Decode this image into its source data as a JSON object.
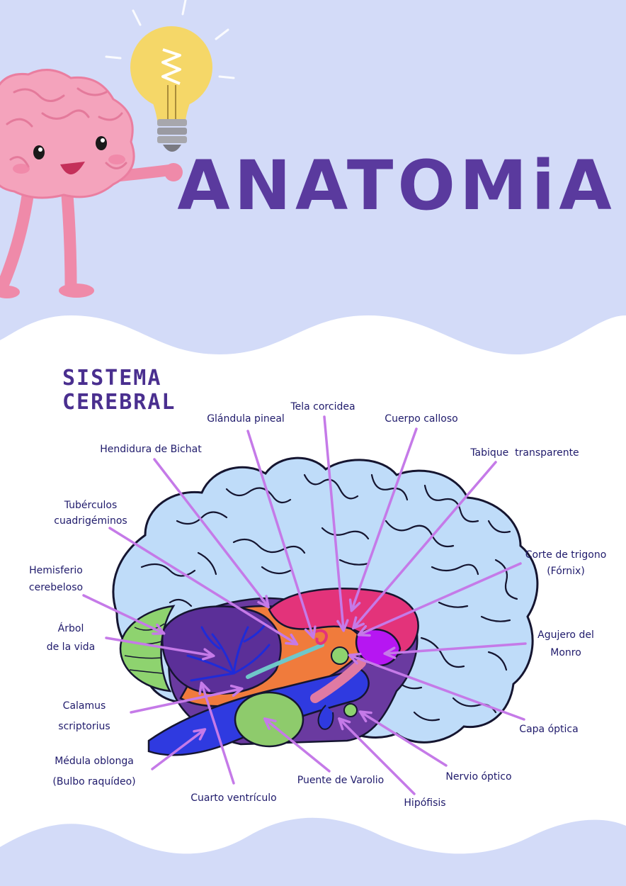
{
  "title": "ANATOMiA",
  "subtitle_line1": "SISTEMA",
  "subtitle_line2": "CEREBRAL",
  "colors": {
    "background_top": "#d3dbf8",
    "title": "#5a3a9e",
    "label_text": "#1f1a6b",
    "arrow": "#c57ae8",
    "brain_cortex": "#bfdcf9",
    "cerebellum": "#8ed36f",
    "brainstem": "#2f3ae0",
    "thalamus_region": "#6a3aa0",
    "corpus_callosum": "#e3337a",
    "pons": "#8ecb6c"
  },
  "icons": [
    "brain-mascot-icon",
    "light-bulb-icon"
  ],
  "labels": {
    "glandula_pineal": "Glándula pineal",
    "tela_corcidea": "Tela corcidea",
    "cuerpo_calloso": "Cuerpo calloso",
    "hendidura_bichat": "Hendidura de Bichat",
    "tabique_transparente": "Tabique  transparente",
    "tuberculos_l1": "Tubérculos",
    "tuberculos_l2": "cuadrigéminos",
    "corte_trigono_l1": "Corte de trigono",
    "corte_trigono_l2": "(Fórnix)",
    "hemisferio_l1": "Hemisferio",
    "hemisferio_l2": "cerebeloso",
    "arbol_l1": "Árbol",
    "arbol_l2": "de la vida",
    "agujero_l1": "Agujero del",
    "agujero_l2": "Monro",
    "calamus_l1": "Calamus",
    "calamus_l2": "scriptorius",
    "capa_optica": "Capa óptica",
    "medula_l1": "Médula oblonga",
    "medula_l2": "(Bulbo raquídeo)",
    "nervio_optico": "Nervio óptico",
    "puente_varolio": "Puente de Varolio",
    "cuarto_ventriculo": "Cuarto ventrículo",
    "hipofisis": "Hipófisis"
  }
}
